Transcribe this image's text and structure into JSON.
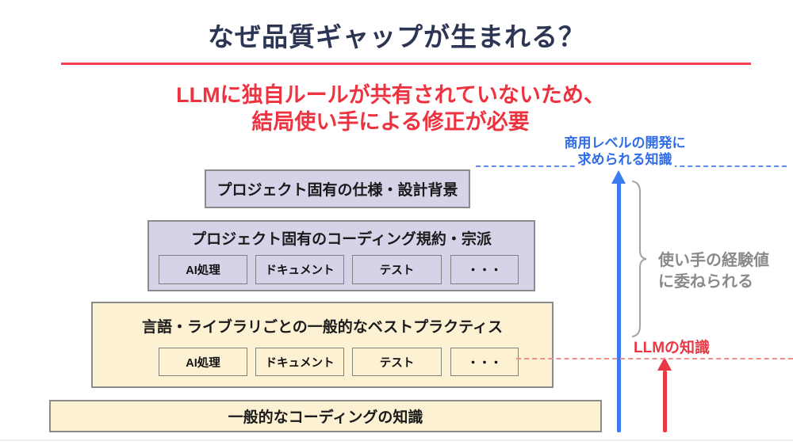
{
  "slide": {
    "title": "なぜ品質ギャップが生まれる？",
    "heading": {
      "line1": "LLMに独自ルールが共有されていないため、",
      "line2": "結局使い手による修正が必要"
    }
  },
  "diagram": {
    "layers": [
      {
        "label": "プロジェクト固有の仕様・設計背景",
        "style": "purple"
      },
      {
        "label": "プロジェクト固有のコーディング規約・宗派",
        "style": "purple",
        "items": [
          "AI処理",
          "ドキュメント",
          "テスト",
          "・・・"
        ]
      },
      {
        "label": "言語・ライブラリごとの一般的なベストプラクティス",
        "style": "yellow",
        "items": [
          "AI処理",
          "ドキュメント",
          "テスト",
          "・・・"
        ]
      },
      {
        "label": "一般的なコーディングの知識",
        "style": "yellow"
      }
    ]
  },
  "annotations": {
    "commercial_level": {
      "line1": "商用レベルの開発に",
      "line2": "求められる知識"
    },
    "user_experience": {
      "line1": "使い手の経験値",
      "line2": "に委ねられる"
    },
    "llm_knowledge": "LLMの知識"
  },
  "colors": {
    "title_navy": "#2c3654",
    "accent_red": "#ed3340",
    "accent_blue": "#3d7bf0",
    "purple_fill": "#d8d2e9",
    "yellow_fill": "#fcf1d2",
    "gray_text": "#8a8a8a",
    "border_gray": "#8b8b8b"
  }
}
